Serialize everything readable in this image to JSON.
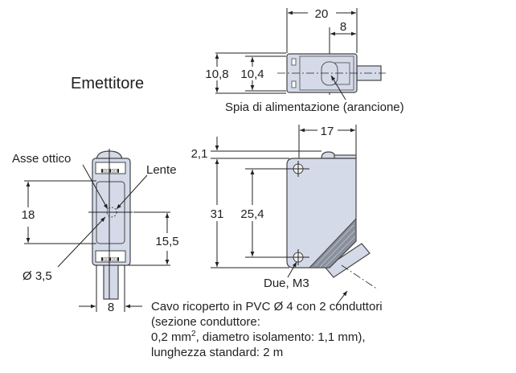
{
  "title": "Emettitore",
  "top_view": {
    "dim_length": "20",
    "dim_led": "8",
    "dim_height_outer": "10,8",
    "dim_height_inner": "10,4",
    "led_label": "Spia di alimentazione (arancione)"
  },
  "front_view": {
    "optical_axis_label": "Asse ottico",
    "lens_label": "Lente",
    "dim_window": "18",
    "dim_axis": "15,5",
    "dim_diameter": "Ø 3,5",
    "dim_width": "8"
  },
  "side_view": {
    "dim_depth": "17",
    "dim_bump": "2,1",
    "dim_height": "31",
    "dim_holes": "25,4",
    "holes_label": "Due, M3"
  },
  "cable_note": {
    "line1": "Cavo ricoperto in PVC Ø 4 con 2 conduttori",
    "line2": "(sezione conduttore:",
    "line3a": "0,2 mm",
    "line3sup": "2",
    "line3b": ", diametro isolamento: 1,1 mm),",
    "line4": "lunghezza standard: 2 m"
  }
}
